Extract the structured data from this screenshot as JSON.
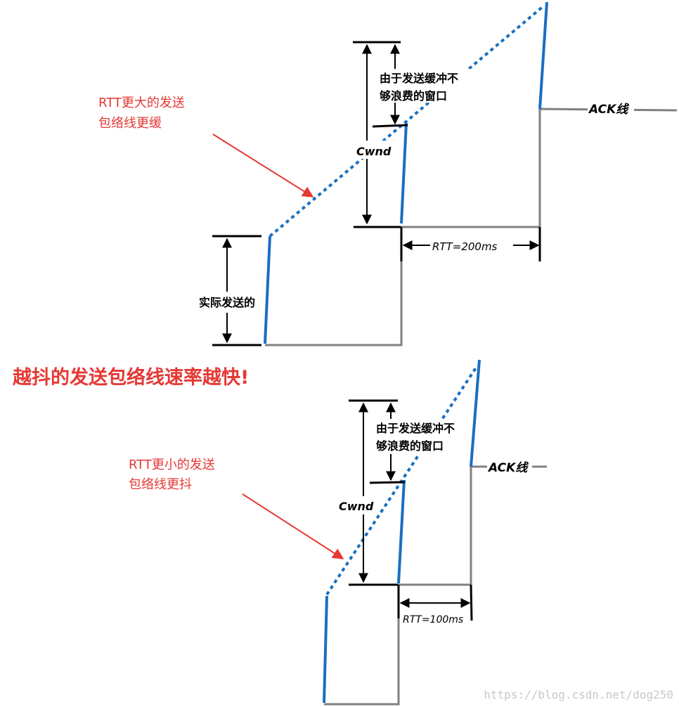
{
  "top": {
    "annotation_line1": "RTT更大的发送",
    "annotation_line2": "包络线更缓",
    "window_label_line1": "由于发送缓冲不",
    "window_label_line2": "够浪费的窗口",
    "cwnd_label": "Cwnd",
    "ack_label": "ACK线",
    "rtt_label": "RTT=200ms",
    "sent_label": "实际发送的"
  },
  "headline": "越抖的发送包络线速率越快!",
  "bottom": {
    "annotation_line1": "RTT更小的发送",
    "annotation_line2": "包络线更抖",
    "window_label_line1": "由于发送缓冲不",
    "window_label_line2": "够浪费的窗口",
    "cwnd_label": "Cwnd",
    "ack_label": "ACK线",
    "rtt_label": "RTT=100ms"
  },
  "watermark": "https://blog.csdn.net/dog250",
  "colors": {
    "send": "#1a6fc0",
    "ack": "#808080",
    "annotation": "#e53935",
    "marker": "#000000"
  }
}
